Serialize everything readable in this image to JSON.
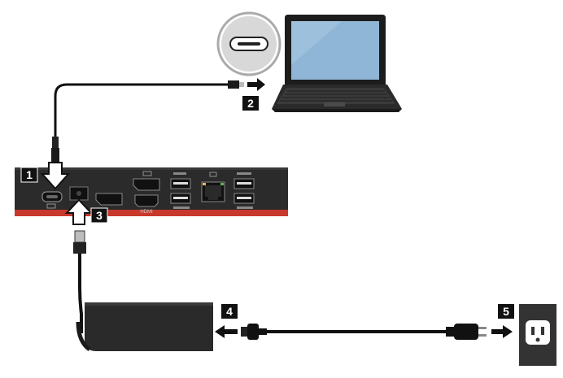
{
  "steps": [
    {
      "number": "1"
    },
    {
      "number": "2"
    },
    {
      "number": "3"
    },
    {
      "number": "4"
    },
    {
      "number": "5"
    }
  ],
  "dock_ports": {
    "hdmi_label": "HDMI"
  },
  "colors": {
    "dock_body": "#2b2b2b",
    "dock_accent": "#c8392b",
    "cable": "#111111",
    "badge": "#111111",
    "laptop_screen": "#8fb6d6"
  },
  "icons": [
    "usb-c-port-icon",
    "arrow-down-icon",
    "arrow-up-icon",
    "arrow-right-icon",
    "arrow-left-icon",
    "power-plug-icon",
    "wall-outlet-icon"
  ]
}
